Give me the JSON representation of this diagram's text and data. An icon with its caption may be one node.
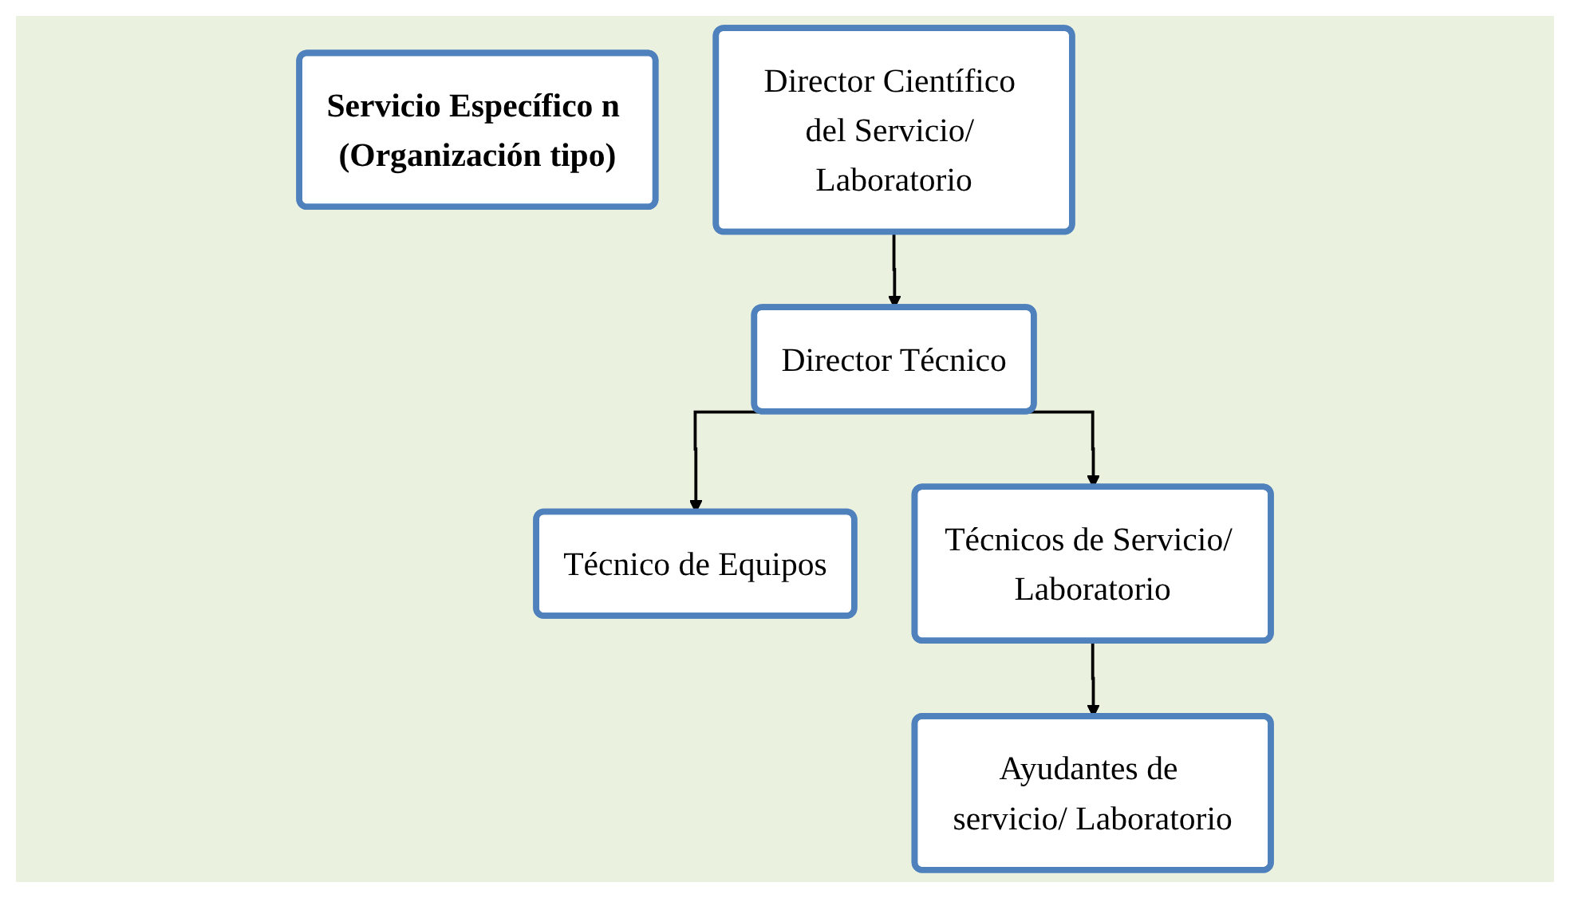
{
  "diagram": {
    "nodes": [
      {
        "text": [
          "Servicio Específico n (Organización tipo)"
        ]
      },
      {
        "text": [
          "Director Científico del Servicio/ Laboratorio"
        ]
      },
      {
        "text": [
          "Director Técnico"
        ]
      },
      {
        "text": [
          "Técnico de Equipos"
        ]
      },
      {
        "text": [
          "Técnicos de Servicio/ Laboratorio"
        ]
      },
      {
        "text": [
          "Ayudantes de servicio/ Laboratorio"
        ]
      }
    ],
    "edges": [
      {
        "from": 1,
        "to": 2,
        "arrow": "to"
      },
      {
        "from": 2,
        "to": 3,
        "arrow": "to"
      },
      {
        "from": 2,
        "to": 4,
        "arrow": "to"
      },
      {
        "from": 4,
        "to": 5,
        "arrow": "to"
      }
    ]
  }
}
